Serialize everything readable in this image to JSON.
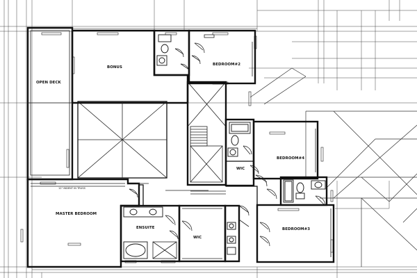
{
  "rooms": {
    "open_deck": "OPEN DECK",
    "bonus": "BONUS",
    "bedroom2": "BEDROOM#2",
    "bedroom4": "BEDROOM#4",
    "bedroom3": "BEDROOM#3",
    "master_bedroom": "MASTER BEDROOM",
    "ensuite": "ENSUITE",
    "wic_master": "WIC",
    "wic_bed4": "WIC"
  },
  "notes": {
    "truss_note": "12\" INDENT IN TRUSS"
  }
}
